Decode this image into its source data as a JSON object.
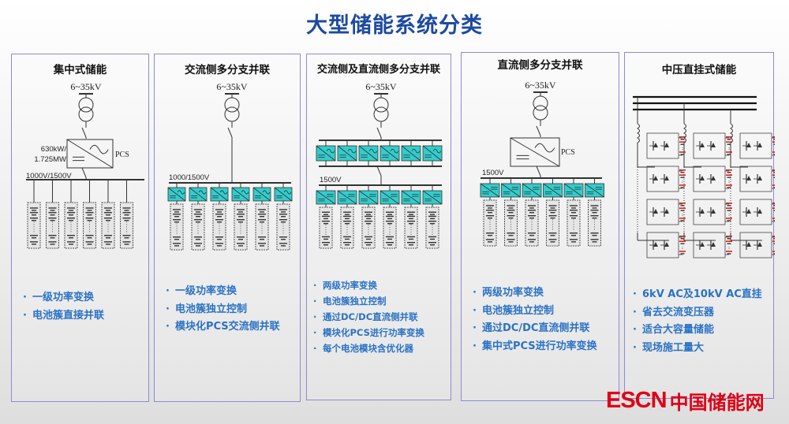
{
  "title": "大型储能系统分类",
  "colors": {
    "title": "#1d4aa0",
    "bullet": "#2a72c4",
    "converter_fill": "#33cccc",
    "battery_red": "#e02020",
    "logo": "#e00014",
    "border": "#8c8ccf"
  },
  "panels": [
    {
      "title": "集中式储能",
      "grid_voltage": "6~35kV",
      "pcs_rating": [
        "630kW/",
        "1.725MW"
      ],
      "pcs_label": "PCS",
      "bus_voltage": "1000V/1500V",
      "bullets": [
        "一级功率变换",
        "电池簇直接并联"
      ]
    },
    {
      "title": "交流侧多分支并联",
      "grid_voltage": "6~35kV",
      "bus_voltage": "1000/1500V",
      "bullets": [
        "一级功率变换",
        "电池簇独立控制",
        "模块化PCS交流侧并联"
      ]
    },
    {
      "title": "交流侧及直流侧多分支并联",
      "grid_voltage": "6~35kV",
      "bus_voltage": "1500V",
      "bullets": [
        "两级功率变换",
        "电池簇独立控制",
        "通过DC/DC直流侧并联",
        "模块化PCS进行功率变换",
        "每个电池模块含优化器"
      ]
    },
    {
      "title": "直流侧多分支并联",
      "grid_voltage": "6~35kV",
      "pcs_label": "PCS",
      "bus_voltage": "1500V",
      "bullets": [
        "两级功率变换",
        "电池簇独立控制",
        "通过DC/DC直流侧并联",
        "集中式PCS进行功率变换"
      ]
    },
    {
      "title": "中压直挂式储能",
      "bullets": [
        "6kV AC及10kV AC直挂",
        "省去交流变压器",
        "适合大容量储能",
        "现场施工量大"
      ]
    }
  ],
  "logo": {
    "en": "ESCN",
    "cn": "中国储能网"
  }
}
